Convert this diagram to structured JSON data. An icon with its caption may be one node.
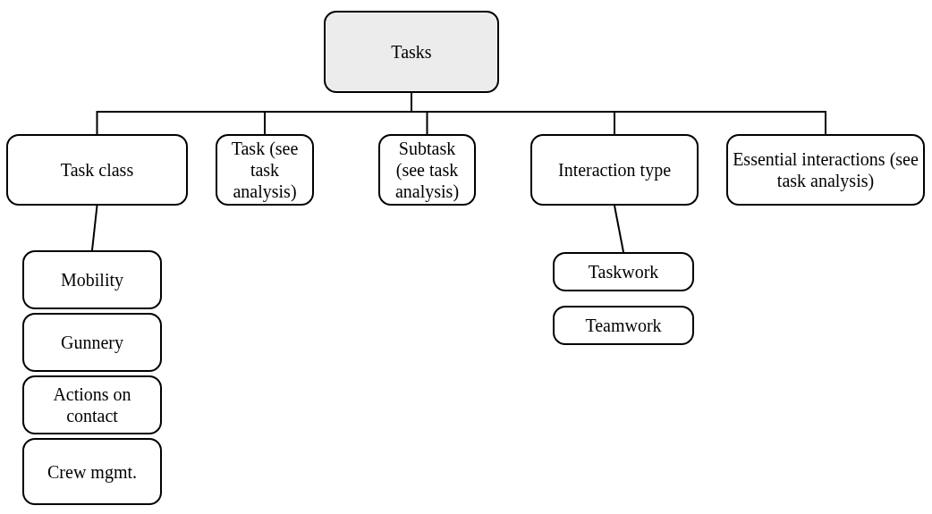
{
  "diagram": {
    "nodes": [
      {
        "text": [
          "Tasks"
        ]
      },
      {
        "text": [
          "Task class"
        ]
      },
      {
        "text": [
          "Task (see task analysis)"
        ]
      },
      {
        "text": [
          "Subtask (see task analysis)"
        ]
      },
      {
        "text": [
          "Interaction type"
        ]
      },
      {
        "text": [
          "Essential interactions (see task analysis)"
        ]
      },
      {
        "text": [
          "Mobility"
        ]
      },
      {
        "text": [
          "Gunnery"
        ]
      },
      {
        "text": [
          "Actions on contact"
        ]
      },
      {
        "text": [
          "Crew mgmt."
        ]
      },
      {
        "text": [
          "Taskwork"
        ]
      },
      {
        "text": [
          "Teamwork"
        ]
      }
    ],
    "edges": [
      {
        "from": 0,
        "to": 1,
        "arrow": "none"
      },
      {
        "from": 0,
        "to": 2,
        "arrow": "none"
      },
      {
        "from": 0,
        "to": 3,
        "arrow": "none"
      },
      {
        "from": 0,
        "to": 4,
        "arrow": "none"
      },
      {
        "from": 0,
        "to": 5,
        "arrow": "none"
      },
      {
        "from": 1,
        "to": 6,
        "arrow": "none"
      },
      {
        "from": 4,
        "to": 10,
        "arrow": "none"
      }
    ]
  }
}
